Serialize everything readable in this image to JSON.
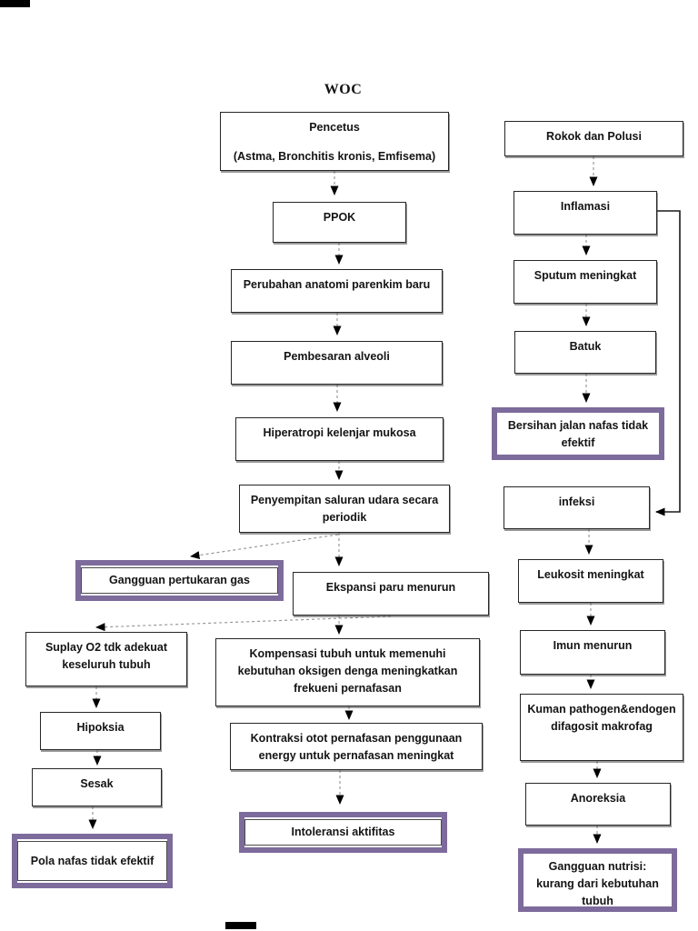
{
  "title": "WOC",
  "colors": {
    "purple": "#7d6b9c",
    "box_border": "#262626",
    "arrow_line": "#909090",
    "arrowhead": "#000000",
    "loop_line": "#1a1a1a"
  },
  "nodes": {
    "pencetus_title": "Pencetus",
    "pencetus_subtitle": "(Astma, Bronchitis kronis,  Emfisema)",
    "ppok": "PPOK",
    "perubahan": "Perubahan anatomi parenkim baru",
    "pembesaran": "Pembesaran alveoli",
    "hiperatropi": "Hiperatropi kelenjar mukosa",
    "penyempitan": "Penyempitan saluran udara secara periodik",
    "gangguan_gas": "Gangguan pertukaran gas",
    "ekspansi": "Ekspansi paru menurun",
    "suplay": "Suplay O2 tdk adekuat keseluruh tubuh",
    "kompensasi": "Kompensasi tubuh untuk memenuhi kebutuhan oksigen denga meningkatkan frekueni pernafasan",
    "hipoksia": "Hipoksia",
    "kontraksi": "Kontraksi otot pernafasan penggunaan energy untuk pernafasan meningkat",
    "sesak": "Sesak",
    "intoleransi": "Intoleransi aktifitas",
    "pola_nafas": "Pola nafas tidak efektif",
    "rokok": "Rokok dan Polusi",
    "inflamasi": "Inflamasi",
    "sputum": "Sputum meningkat",
    "batuk": "Batuk",
    "bersihan": "Bersihan jalan nafas tidak efektif",
    "infeksi": "infeksi",
    "leukosit": "Leukosit meningkat",
    "imun": "Imun menurun",
    "kuman": "Kuman pathogen&endogen difagosit makrofag",
    "anoreksia": "Anoreksia",
    "gangguan_nutrisi": "Gangguan nutrisi: kurang dari kebutuhan tubuh"
  }
}
